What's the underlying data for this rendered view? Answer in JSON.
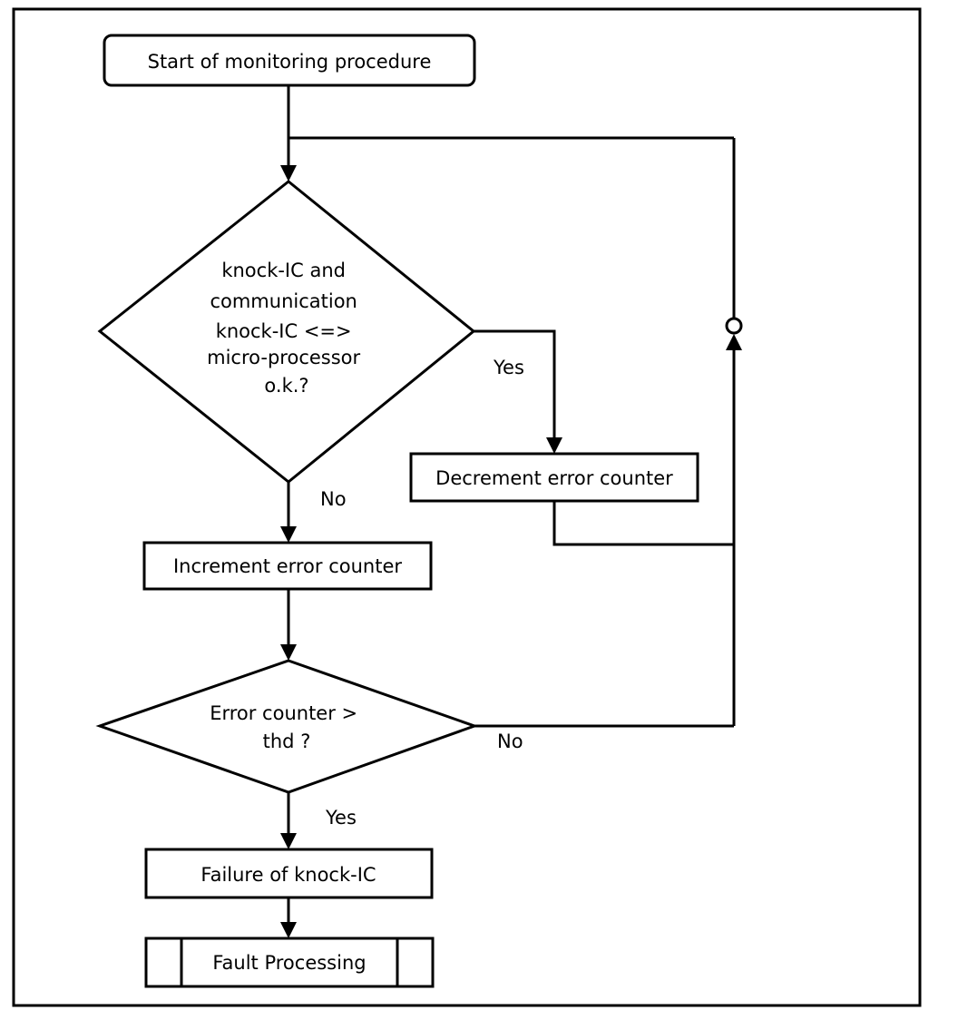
{
  "nodes": {
    "start": {
      "label": "Start of monitoring procedure"
    },
    "check_knock_ic": {
      "lines": [
        "knock-IC and",
        "communication",
        "knock-IC <=>",
        "micro-processor",
        "o.k.?"
      ]
    },
    "decrement": {
      "label": "Decrement error counter"
    },
    "increment": {
      "label": "Increment error counter"
    },
    "threshold_check": {
      "lines": [
        "Error counter >",
        "thd ?"
      ]
    },
    "failure": {
      "label": "Failure of knock-IC"
    },
    "fault_processing": {
      "label": "Fault Processing"
    }
  },
  "edge_labels": {
    "check_yes": "Yes",
    "check_no": "No",
    "threshold_no": "No",
    "threshold_yes": "Yes"
  }
}
